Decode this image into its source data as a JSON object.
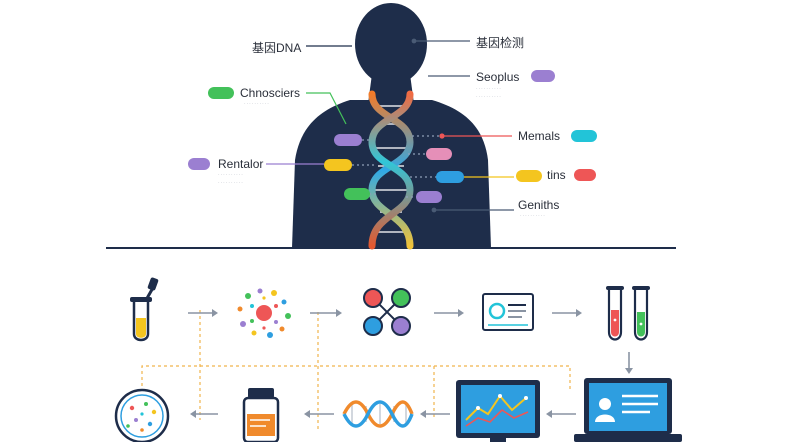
{
  "labels": {
    "dna": "基因DNA",
    "testing": "基因检测",
    "chnosciers": "Chnosciers",
    "seoplus": "Seoplus",
    "rentalor": "Rentalor",
    "memals": "Memals",
    "tins": "tins",
    "geniths": "Geniths"
  },
  "icons": [
    "test-tube-dropper-icon",
    "cell-particles-icon",
    "molecule-network-icon",
    "analysis-monitor-icon",
    "sample-tubes-icon",
    "laptop-report-icon",
    "data-chart-monitor-icon",
    "dna-strand-icon",
    "medicine-bottle-icon",
    "petri-dish-icon"
  ],
  "colors": {
    "silhouette": "#1e2d4a",
    "green": "#43c15a",
    "purple": "#9b7fd1",
    "yellow": "#f4c51f",
    "cyan": "#22c4d8",
    "red": "#ee5656",
    "pink": "#e58fb8",
    "blue": "#2e9ee0",
    "orange": "#f08a2c",
    "arrow": "#8a94a3",
    "dashed": "#f1b44c"
  }
}
